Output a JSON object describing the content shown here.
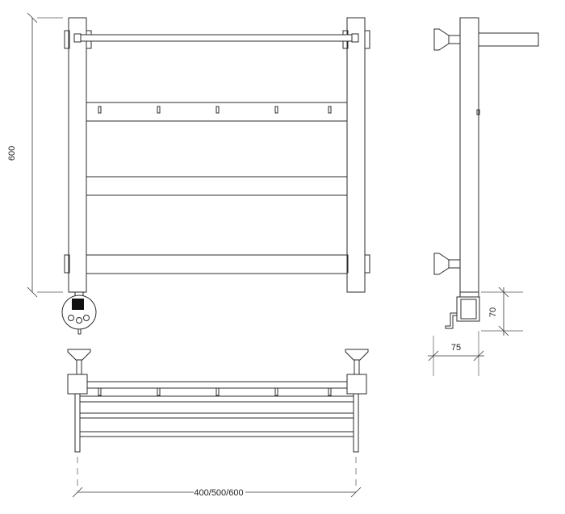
{
  "dimensions": {
    "height": "600",
    "width": "400/500/600",
    "depth": "75",
    "box_height": "70"
  }
}
